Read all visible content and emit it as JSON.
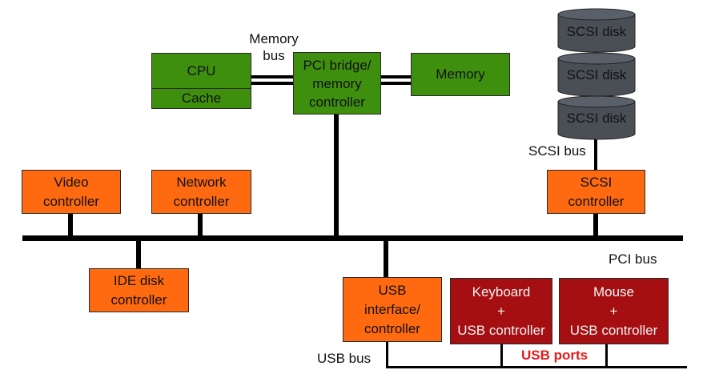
{
  "boxes": {
    "cpu": {
      "label": "CPU",
      "sub": "Cache"
    },
    "pci_bridge": {
      "line1": "PCI bridge/",
      "line2": "memory",
      "line3": "controller"
    },
    "memory": {
      "label": "Memory"
    },
    "video": {
      "line1": "Video",
      "line2": "controller"
    },
    "network": {
      "line1": "Network",
      "line2": "controller"
    },
    "scsi": {
      "line1": "SCSI",
      "line2": "controller"
    },
    "ide": {
      "line1": "IDE disk",
      "line2": "controller"
    },
    "usb": {
      "line1": "USB",
      "line2": "interface/",
      "line3": "controller"
    },
    "keyboard": {
      "line1": "Keyboard",
      "line2": "+",
      "line3": "USB controller"
    },
    "mouse": {
      "line1": "Mouse",
      "line2": "+",
      "line3": "USB controller"
    }
  },
  "disks": [
    "SCSI disk",
    "SCSI disk",
    "SCSI disk"
  ],
  "labels": {
    "memory_bus_1": "Memory",
    "memory_bus_2": "bus",
    "scsi_bus": "SCSI bus",
    "pci_bus": "PCI bus",
    "usb_bus": "USB bus",
    "usb_ports": "USB ports"
  },
  "colors": {
    "green": "#3f8f0f",
    "orange": "#ff6a10",
    "dark_red": "#a50f12",
    "disk": "#4a4f56",
    "ports_text": "#e8191b"
  }
}
